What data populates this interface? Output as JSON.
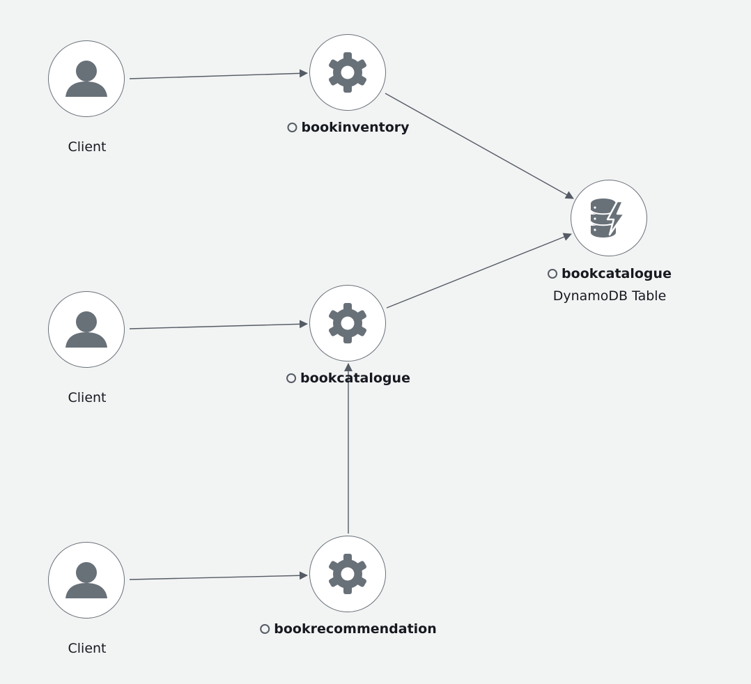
{
  "colors": {
    "background": "#f2f3f3",
    "node_border": "#687078",
    "icon": "#687078",
    "edge": "#545b64"
  },
  "nodes": {
    "client1": {
      "label": "Client",
      "icon": "user-icon"
    },
    "client2": {
      "label": "Client",
      "icon": "user-icon"
    },
    "client3": {
      "label": "Client",
      "icon": "user-icon"
    },
    "svc_inventory": {
      "name": "bookinventory",
      "icon": "gear-icon"
    },
    "svc_catalogue": {
      "name": "bookcatalogue",
      "icon": "gear-icon"
    },
    "svc_recommendation": {
      "name": "bookrecommendation",
      "icon": "gear-icon"
    },
    "dynamo": {
      "name": "bookcatalogue",
      "type": "DynamoDB Table",
      "icon": "dynamodb-icon"
    }
  },
  "edges": [
    {
      "from": "client1",
      "to": "svc_inventory"
    },
    {
      "from": "client2",
      "to": "svc_catalogue"
    },
    {
      "from": "client3",
      "to": "svc_recommendation"
    },
    {
      "from": "svc_inventory",
      "to": "dynamo"
    },
    {
      "from": "svc_catalogue",
      "to": "dynamo"
    },
    {
      "from": "svc_recommendation",
      "to": "svc_catalogue"
    }
  ]
}
